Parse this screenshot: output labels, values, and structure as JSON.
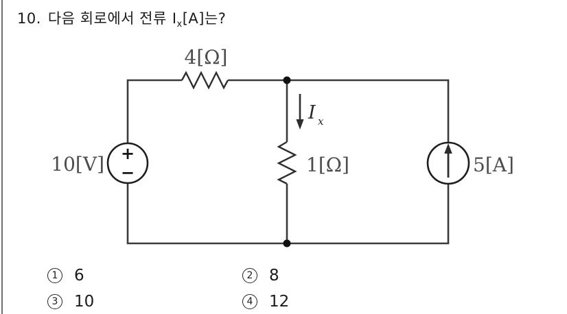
{
  "question": {
    "number": "10.",
    "text_before": "다음 회로에서 전류",
    "current_symbol": "I",
    "current_sub": "x",
    "text_after": "[A]는?"
  },
  "circuit": {
    "top_resistor_label": "4[Ω]",
    "mid_resistor_label": "1[Ω]",
    "voltage_source_label": "10[V]",
    "current_source_label": "5[A]",
    "branch_current_symbol": "I",
    "branch_current_sub": "x",
    "plus_sign": "+",
    "minus_sign": "−"
  },
  "choices": [
    {
      "num": "1",
      "value": "6"
    },
    {
      "num": "2",
      "value": "8"
    },
    {
      "num": "3",
      "value": "10"
    },
    {
      "num": "4",
      "value": "12"
    }
  ],
  "colors": {
    "wire": "#3a3a3a",
    "label": "#4c4c4c",
    "text": "#1b1b1b",
    "page_border": "#6d6d6d"
  }
}
